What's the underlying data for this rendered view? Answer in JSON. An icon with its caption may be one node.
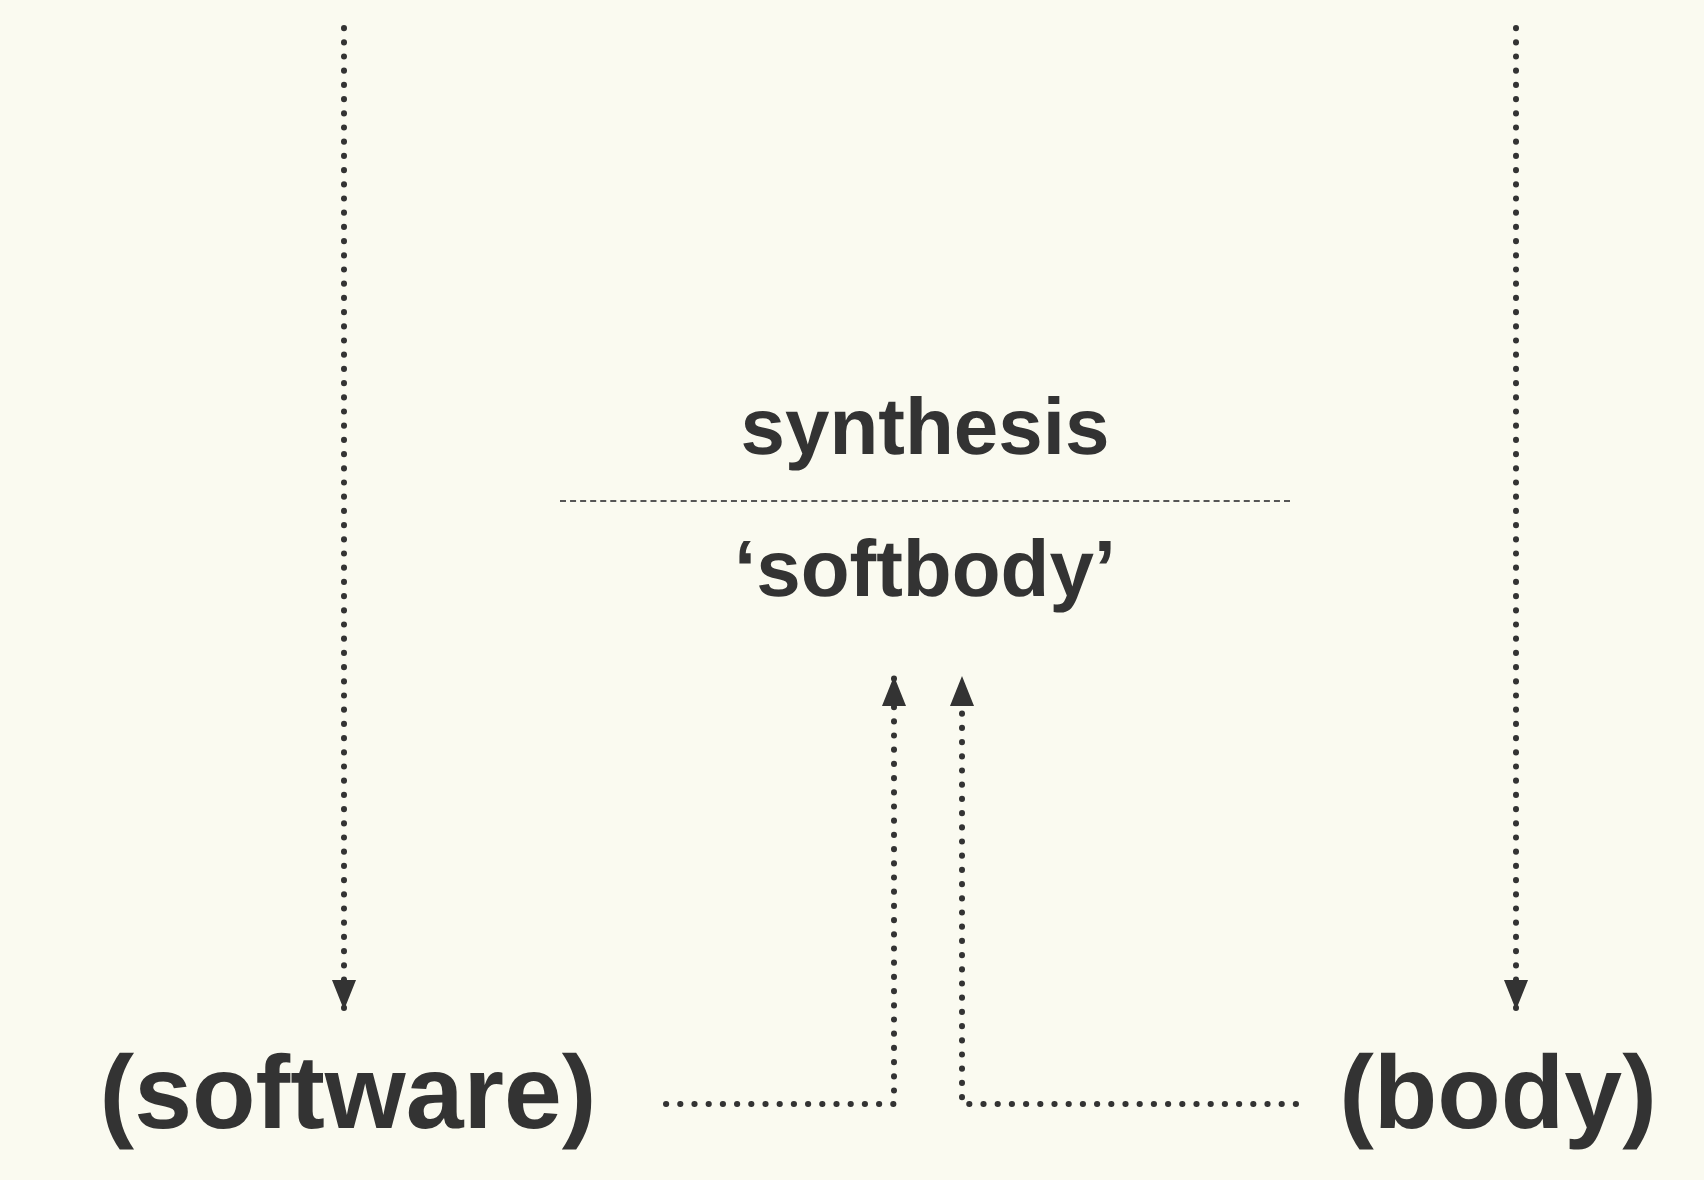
{
  "diagram": {
    "nodes": [
      {
        "text": [
          "synthesis",
          "‘softbody’"
        ]
      },
      {
        "text": [
          "(software)"
        ]
      },
      {
        "text": [
          "(body)"
        ]
      }
    ],
    "edges": [
      {
        "from": null,
        "to": 1,
        "arrow": "to"
      },
      {
        "from": null,
        "to": 2,
        "arrow": "to"
      },
      {
        "from": 1,
        "to": 0,
        "arrow": "to"
      },
      {
        "from": 2,
        "to": 0,
        "arrow": "to"
      }
    ]
  }
}
